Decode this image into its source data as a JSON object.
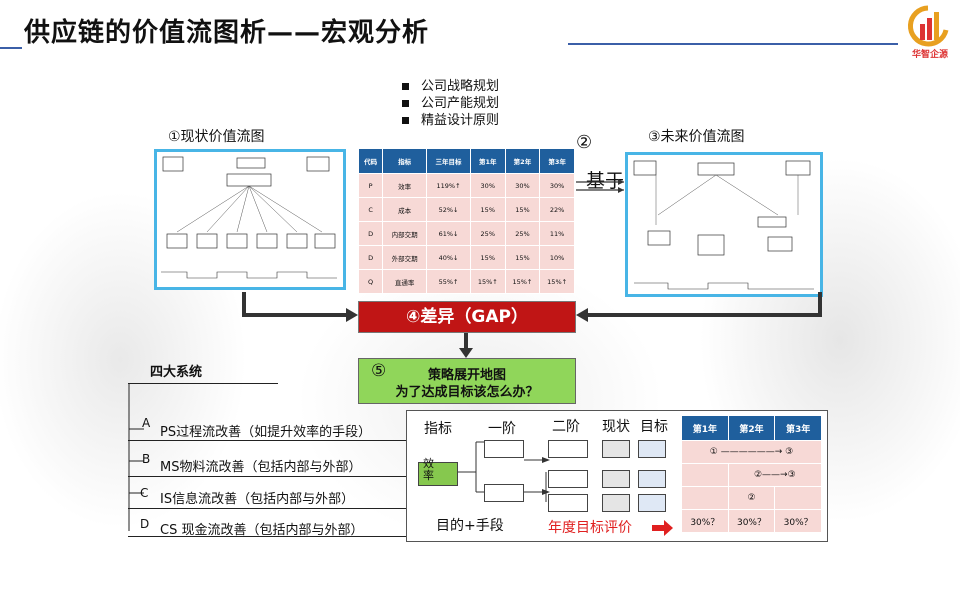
{
  "title": "供应链的价值流图析——宏观分析",
  "logo": {
    "text": "华智企源"
  },
  "bullets": [
    "公司战略规划",
    "公司产能规划",
    "精益设计原则"
  ],
  "labels": {
    "current_vsm": "①现状价值流图",
    "basis": "②",
    "basis_text": "基于",
    "future_vsm": "③未来价值流图",
    "gap": "④差异（GAP）",
    "strategy_num": "⑤",
    "strategy_line1": "策略展开地图",
    "strategy_line2": "为了达成目标该怎么办？"
  },
  "kpi_table": {
    "headers": [
      "代码",
      "指标",
      "三年目标",
      "第1年",
      "第2年",
      "第3年"
    ],
    "rows": [
      [
        "P",
        "效率",
        "119%↑",
        "30%",
        "30%",
        "30%"
      ],
      [
        "C",
        "成本",
        "52%↓",
        "15%",
        "15%",
        "22%"
      ],
      [
        "D",
        "内部交期",
        "61%↓",
        "25%",
        "25%",
        "11%"
      ],
      [
        "D",
        "外部交期",
        "40%↓",
        "15%",
        "15%",
        "10%"
      ],
      [
        "Q",
        "直通率",
        "55%↑",
        "15%↑",
        "15%↑",
        "15%↑"
      ]
    ]
  },
  "four_systems": {
    "title": "四大系统",
    "items": [
      {
        "letter": "A",
        "text": "PS过程流改善（如提升效率的手段）"
      },
      {
        "letter": "B",
        "text": "MS物料流改善（包括内部与外部）"
      },
      {
        "letter": "C",
        "text": "IS信息流改善（包括内部与外部）"
      },
      {
        "letter": "D",
        "text": "CS 现金流改善（包括内部与外部）"
      }
    ]
  },
  "strategy_panel": {
    "col_indicator": "指标",
    "col_level1": "一阶",
    "col_level2": "二阶",
    "col_current": "现状",
    "col_target": "目标",
    "efficiency": "效率",
    "purpose": "目的+手段",
    "annual_eval": "年度目标评价"
  },
  "year_table": {
    "headers": [
      "第1年",
      "第2年",
      "第3年"
    ],
    "rows": [
      [
        "① ——————→ ③"
      ],
      [
        "",
        "②——→③"
      ],
      [
        "",
        "②",
        ""
      ],
      [
        "30%？",
        "30%？",
        "30%？"
      ]
    ]
  },
  "colors": {
    "accent_blue": "#1f5f9d",
    "frame_blue": "#48b5e6",
    "gap_red": "#c01515",
    "strategy_green": "#90d65a",
    "eval_red": "#e02020"
  }
}
